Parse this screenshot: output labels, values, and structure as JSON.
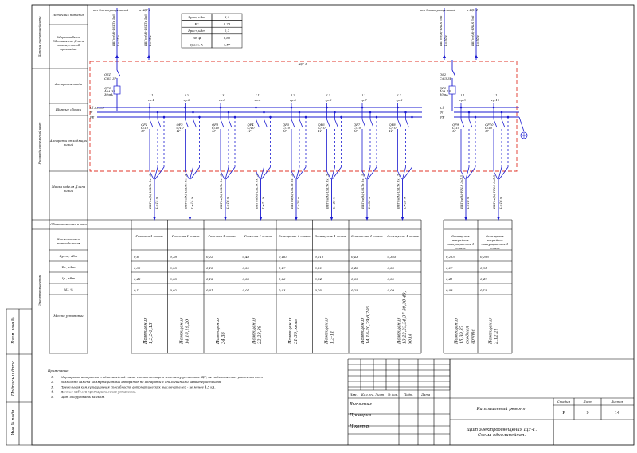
{
  "source_left": "от Электрощитовой",
  "source_right": "от Электрощитовой",
  "to_label": "к ЩУ-1",
  "feed_cable": "ВВГнг(А)-FRLS 5x6",
  "feed_cable_left": "ВВГнг(А)-LSLTx 5x6",
  "feed_length": "L=15м",
  "feed_length_right": "L=20м",
  "power_table": [
    {
      "key": "Руст, кВт",
      "val": "3,4"
    },
    {
      "key": "Кс",
      "val": "0,75"
    },
    {
      "key": "Ррасч,кВт",
      "val": "2,7"
    },
    {
      "key": "cos φ",
      "val": "0,85"
    },
    {
      "key": "Iрасч, А",
      "val": "4,87"
    }
  ],
  "panel_name": "ЩУ-1",
  "bus_labels": [
    "L1,L2,L3",
    "N",
    "PE"
  ],
  "bus_labels_right": [
    "L1",
    "N",
    "PE"
  ],
  "input_left": {
    "qs": "QS1",
    "qs_sub": "С/63 3Р",
    "qf": "QF0",
    "qf_sub": "40А 3Р",
    "qf_sub2": "30мА"
  },
  "input_right": {
    "qs": "QS2",
    "qs_sub": "С/63 3Р",
    "qf": "QF0",
    "qf_sub": "40А 1Р",
    "qf_sub2": "30мА"
  },
  "left_side_labels": [
    "Источник питания",
    "Марка кабеля Обозначение Длина линии, способ прокладки",
    "Аппараты ввода",
    "Шинные сборки",
    "Аппараты отходящих линий",
    "Марка кабеля Длина линии",
    "Обозначение на плане",
    "Наименование потребителя",
    "Руст , кВт",
    "Рр , кВт",
    "Iр , кВт",
    "ΔU, %",
    "Место установки"
  ],
  "vertical_group_labels": [
    "Данные питающей сети",
    "Распределительный щит",
    "Электроприемник"
  ],
  "groups": [
    {
      "phase": "L1",
      "num": "гр.1",
      "breaker": "QF1",
      "rating": "С/10",
      "poles": "1Р",
      "cable": "ВВГнг(А)-LSLTx 3x1,5",
      "len": "L=15 м",
      "name": "Розетки 1 этаж",
      "pust": "0,6",
      "pp": "0,32",
      "ip": "0,48",
      "du": "0,1",
      "place": "Помещения 1,3,5-9,13"
    },
    {
      "phase": "L2",
      "num": "гр.2",
      "breaker": "QF2",
      "rating": "С/10",
      "poles": "1Р",
      "cable": "ВВГнг(А)-LSLTx 3x1,5",
      "len": "L=14 м",
      "name": "Розетки 1 этаж",
      "pust": "0,38",
      "pp": "0,28",
      "ip": "0,38",
      "du": "0,02",
      "place": "Помещения 14,16,19,20"
    },
    {
      "phase": "L3",
      "num": "гр.3",
      "breaker": "QF3",
      "rating": "С/10",
      "poles": "1Р",
      "cable": "ВВГнг(А)-LSLTx 3x1,5",
      "len": "L=16 м",
      "name": "Розетки 1 этаж",
      "pust": "0,22",
      "pp": "0,12",
      "ip": "0,18",
      "du": "0,01",
      "place": "Помещения 34,36"
    },
    {
      "phase": "L1",
      "num": "гр.4",
      "breaker": "QF4",
      "rating": "С/10",
      "poles": "1Р",
      "cable": "ВВГнг(А)-LSLTx 3x1,5",
      "len": "L=21 м",
      "name": "Розетки 1 этаж",
      "pust": "0,48",
      "pp": "0,25",
      "ip": "0,38",
      "du": "0,04",
      "place": "Помещения 22,23,38"
    },
    {
      "phase": "L2",
      "num": "гр.5",
      "breaker": "QF5",
      "rating": "С/10",
      "poles": "1Р",
      "cable": "ВВГнг(А)-LSLTx 3x1,5",
      "len": "L=28 м",
      "name": "Освещение 1 этаж",
      "pust": "0,165",
      "pp": "0,17",
      "ip": "0,26",
      "du": "0,03",
      "place": "Помещения 31-36, холл"
    },
    {
      "phase": "L3",
      "num": "гр.6",
      "breaker": "QF6",
      "rating": "С/10",
      "poles": "1Р",
      "cable": "ВВГнг(А)-LSLTx 3x1,5",
      "len": "L=25 м",
      "name": "Освещение 1 этаж",
      "pust": "0,215",
      "pp": "0,22",
      "ip": "0,34",
      "du": "0,05",
      "place": "Помещения 1,3-11"
    },
    {
      "phase": "L1",
      "num": "гр.7",
      "breaker": "QF7",
      "rating": "С/10",
      "poles": "1Р",
      "cable": "ВВГнг(А)-LSLTx 3x1,5",
      "len": "L=30 м",
      "name": "Освещение 1 этаж",
      "pust": "0,43",
      "pp": "0,45",
      "ip": "0,69",
      "du": "0,25",
      "place": "Помещения 14,16-20,29,6,205"
    },
    {
      "phase": "L2",
      "num": "гр.8",
      "breaker": "QF8",
      "rating": "С/10",
      "poles": "1Р",
      "cable": "ВВГнг(А)-LSLTx 3x1,5",
      "len": "L=28 м",
      "name": "Освещение 1 этаж",
      "pust": "0,365",
      "pp": "0,36",
      "ip": "0,55",
      "du": "0,09",
      "place": "Помещения 13,22,23,34,37-38,38-40, холл"
    }
  ],
  "groups_right": [
    {
      "phase": "L1",
      "num": "гр.9",
      "breaker": "QF9",
      "rating": "С/10",
      "poles": "1Р",
      "cable": "ВВГнг(А)-FRLS 3x1,5",
      "len": "L=18 м",
      "name": "Освещение аварийное эвакуационное 1 этаж",
      "pust": "0,255",
      "pp": "0,27",
      "ip": "0,41",
      "du": "0,08",
      "place": "Помещения 15,30,37 входная группа"
    },
    {
      "phase": "L1",
      "num": "гр.10",
      "breaker": "QF10",
      "rating": "С/10",
      "poles": "1Р",
      "cable": "ВВГнг(А)-FRLS 3x1,5",
      "len": "L=16 м",
      "name": "Освещение аварийное эвакуационное 1 этаж",
      "pust": "0,295",
      "pp": "0,31",
      "ip": "0,47",
      "du": "0,15",
      "place": "Помещения 2,12,21"
    }
  ],
  "notes_title": "Примечание:",
  "notes": [
    "Маркировка аппаратов в однолинейной схеме соответствует монтажу установок ЩУ, не подключенных рыночных поля",
    "Возможно замена коммутационных аппаратов на аппараты с аналогичными характеристиками",
    "Предельная коммутационная способность автоматических выключателей - не менее 4,5 кА.",
    "Данные кабелей предварительной установки.",
    "Щит оборудовать замком."
  ],
  "left_stamp": [
    "Инв № подл.",
    "Подпись и дата",
    "Взам. инв № "
  ],
  "title_block": {
    "header_cols": [
      "Изм.",
      "Кол. уч.",
      "Лист",
      "№ док.",
      "Подп.",
      "Дата"
    ],
    "roles": [
      "Выполнил",
      "Проверил",
      "Н.контр."
    ],
    "project": "Капитальный ремонт",
    "drawing_title_1": "Щит электроосвещения ЩУ-1.",
    "drawing_title_2": "Схема однолинейная.",
    "stage_label": "Стадия",
    "sheet_label": "Лист",
    "sheets_label": "Листов",
    "stage": "Р",
    "sheet": "9",
    "sheets": "14"
  }
}
